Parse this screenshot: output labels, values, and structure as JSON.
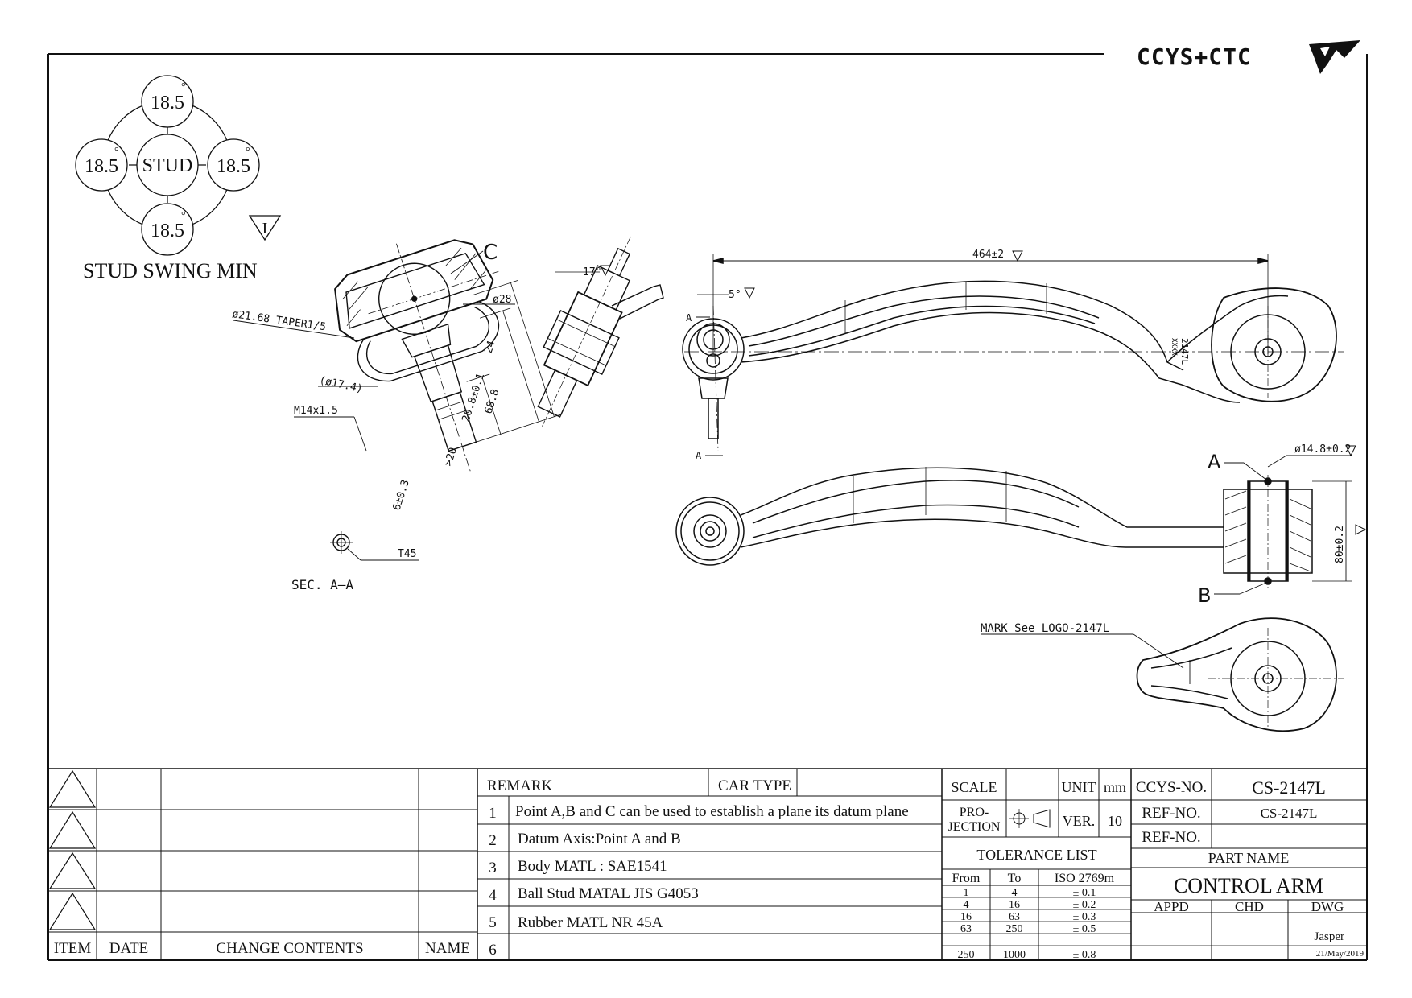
{
  "brand": {
    "logo_text": "CCYS+CTC"
  },
  "stud_swing": {
    "center_label": "STUD",
    "angles": [
      "18.5",
      "18.5",
      "18.5",
      "18.5"
    ],
    "degree_mark": "°",
    "caption": "STUD SWING MIN",
    "roman_mark": "I"
  },
  "section_view": {
    "point_c": "C",
    "dim_dia28": "ø28",
    "dim_taper": "ø21.68 TAPER1/5",
    "dim_dia174": "(ø17.4)",
    "dim_thread": "M14x1.5",
    "dim_24": "24",
    "dim_208": "20.8±0.1",
    "dim_688": "68.8",
    "dim_20": ">20",
    "dim_6": "6±0.3",
    "torx_label": "T45",
    "sec_label": "SEC. A—A"
  },
  "side_view": {
    "angle": "17°"
  },
  "top_view": {
    "dim_length": "464±2",
    "angle_5": "5°",
    "section_a": "A",
    "part_mark": "2147L",
    "part_mark_sub": "XXXX"
  },
  "front_view": {
    "point_a": "A",
    "point_b": "B",
    "dim_dia": "ø14.8±0.2",
    "dim_80": "80±0.2"
  },
  "mark_note": "MARK See LOGO-2147L",
  "revision_block": {
    "headers": [
      "ITEM",
      "DATE",
      "CHANGE CONTENTS",
      "NAME"
    ]
  },
  "remarks": {
    "header": "REMARK",
    "car_type_label": "CAR TYPE",
    "car_type_value": "",
    "items": [
      {
        "num": "1",
        "text": "Point A,B and C can be used to establish a plane its datum plane"
      },
      {
        "num": "2",
        "text": "Datum Axis:Point A and B"
      },
      {
        "num": "3",
        "text": "Body MATL : SAE1541"
      },
      {
        "num": "4",
        "text": "Ball Stud MATAL JIS G4053"
      },
      {
        "num": "5",
        "text": "Rubber MATL NR 45A"
      },
      {
        "num": "6",
        "text": ""
      }
    ]
  },
  "title_block": {
    "scale_label": "SCALE",
    "scale_value": "",
    "unit_label": "UNIT",
    "unit_value": "mm",
    "projection_label_1": "PRO-",
    "projection_label_2": "JECTION",
    "ver_label": "VER.",
    "ver_value": "10",
    "tolerance_title": "TOLERANCE LIST",
    "tolerance_headers": [
      "From",
      "To",
      "ISO 2769m"
    ],
    "tolerance_rows": [
      [
        "1",
        "4",
        "± 0.1"
      ],
      [
        "4",
        "16",
        "± 0.2"
      ],
      [
        "16",
        "63",
        "± 0.3"
      ],
      [
        "63",
        "250",
        "± 0.5"
      ],
      [
        "250",
        "1000",
        "± 0.8"
      ]
    ],
    "ccys_no_label": "CCYS-NO.",
    "ccys_no_value": "CS-2147L",
    "ref_no_label": "REF-NO.",
    "ref_no_value": "CS-2147L",
    "ref_no_label_2": "REF-NO.",
    "part_name_label": "PART NAME",
    "part_name_value": "CONTROL ARM",
    "appd_label": "APPD",
    "chd_label": "CHD",
    "dwg_label": "DWG",
    "dwg_name": "Jasper",
    "dwg_date": "21/May/2019"
  }
}
